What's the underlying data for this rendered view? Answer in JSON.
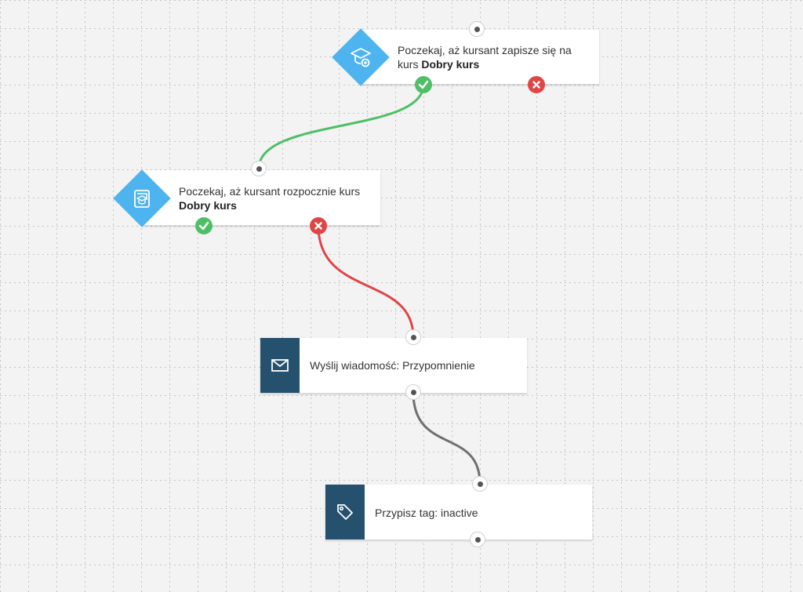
{
  "nodes": {
    "wait_signup": {
      "line1": "Poczekaj, aż kursant zapisze się na",
      "line2_prefix": "kurs ",
      "course_name": "Dobry kurs",
      "icon": "graduation-cap-icon"
    },
    "wait_start": {
      "line1": "Poczekaj, aż kursant rozpocznie kurs",
      "course_name": "Dobry kurs",
      "icon": "course-book-icon"
    },
    "send_message": {
      "label": "Wyślij wiadomość: Przypomnienie",
      "icon": "envelope-icon"
    },
    "assign_tag": {
      "label": "Przypisz tag: inactive",
      "icon": "tag-icon"
    }
  },
  "colors": {
    "condition_accent": "#4db4f0",
    "action_accent": "#25506e",
    "yes": "#4fbf67",
    "no": "#e04545",
    "connector_neutral": "#6f6f6f"
  }
}
